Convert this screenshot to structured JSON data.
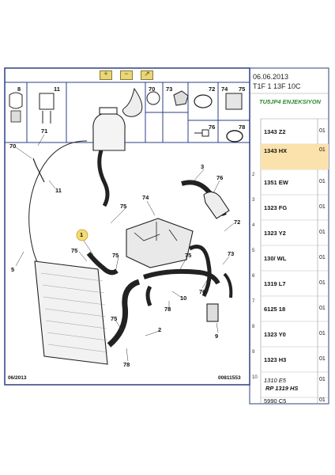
{
  "header": {
    "date": "06.06.2013",
    "code": "T1F 1 13F 10C",
    "engine_note": "TU5JP4 ENJEKSIYON"
  },
  "nav_buttons": [
    {
      "icon": "zoom-in-icon",
      "glyph": "+"
    },
    {
      "icon": "zoom-out-icon",
      "glyph": "−"
    },
    {
      "icon": "fit-view-icon",
      "glyph": "↗"
    }
  ],
  "thumbnails": [
    "8",
    "11",
    "70",
    "73",
    "72",
    "74",
    "75",
    "76",
    "78"
  ],
  "parts_list": [
    {
      "index": "",
      "part": "1343 Z2",
      "qty": "01",
      "highlight": false
    },
    {
      "index": "",
      "part": "1343 HX",
      "qty": "01",
      "highlight": true
    },
    {
      "index": "2",
      "part": "1351 EW",
      "qty": "01",
      "highlight": false
    },
    {
      "index": "3",
      "part": "1323 FG",
      "qty": "01",
      "highlight": false
    },
    {
      "index": "4",
      "part": "1323 Y2",
      "qty": "01",
      "highlight": false
    },
    {
      "index": "5",
      "part": "130/ WL",
      "qty": "01",
      "highlight": false
    },
    {
      "index": "6",
      "part": "1319 L7",
      "qty": "01",
      "highlight": false
    },
    {
      "index": "7",
      "part": "6125 18",
      "qty": "01",
      "highlight": false
    },
    {
      "index": "8",
      "part": "1323 Y0",
      "qty": "01",
      "highlight": false
    },
    {
      "index": "9",
      "part": "1323 H3",
      "qty": "01",
      "highlight": false
    },
    {
      "index": "10",
      "part": "1310 E5",
      "qty": "01",
      "highlight": false
    },
    {
      "index": "",
      "part": "5990 C5",
      "qty": "01",
      "highlight": false
    }
  ],
  "overlay_note": "RP 1319 HS",
  "callouts": [
    "70",
    "71",
    "11",
    "5",
    "1",
    "75",
    "75",
    "74",
    "75",
    "3",
    "76",
    "72",
    "73",
    "75",
    "76",
    "78",
    "10",
    "9",
    "75",
    "2",
    "78"
  ],
  "footer": {
    "left": "06/2013",
    "right": "00811553"
  },
  "colors": {
    "frame": "#2f3f82",
    "highlight": "#fbe2ad",
    "nav_button": "#e8d77a",
    "note_green": "#2e8b2e",
    "callout_bubble": "#f3dc72"
  }
}
